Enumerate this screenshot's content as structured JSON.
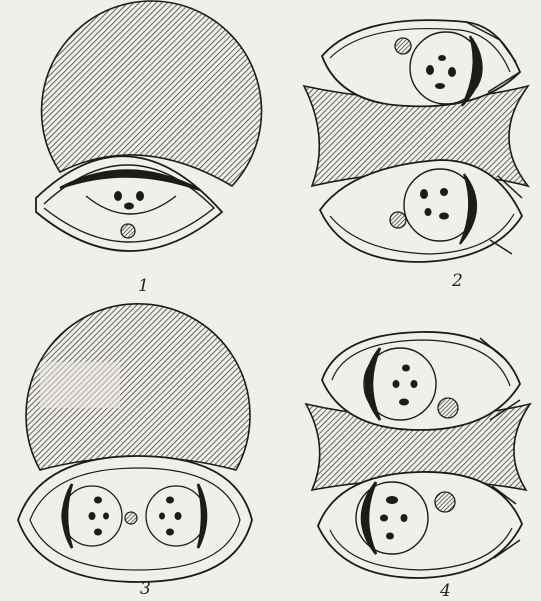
{
  "figures": [
    {
      "label": "1"
    },
    {
      "label": "2"
    },
    {
      "label": "3"
    },
    {
      "label": "4"
    }
  ],
  "colors": {
    "paper": "#f1efe9",
    "ink": "#1c1c1c",
    "hatch": "#2a2a2a"
  }
}
